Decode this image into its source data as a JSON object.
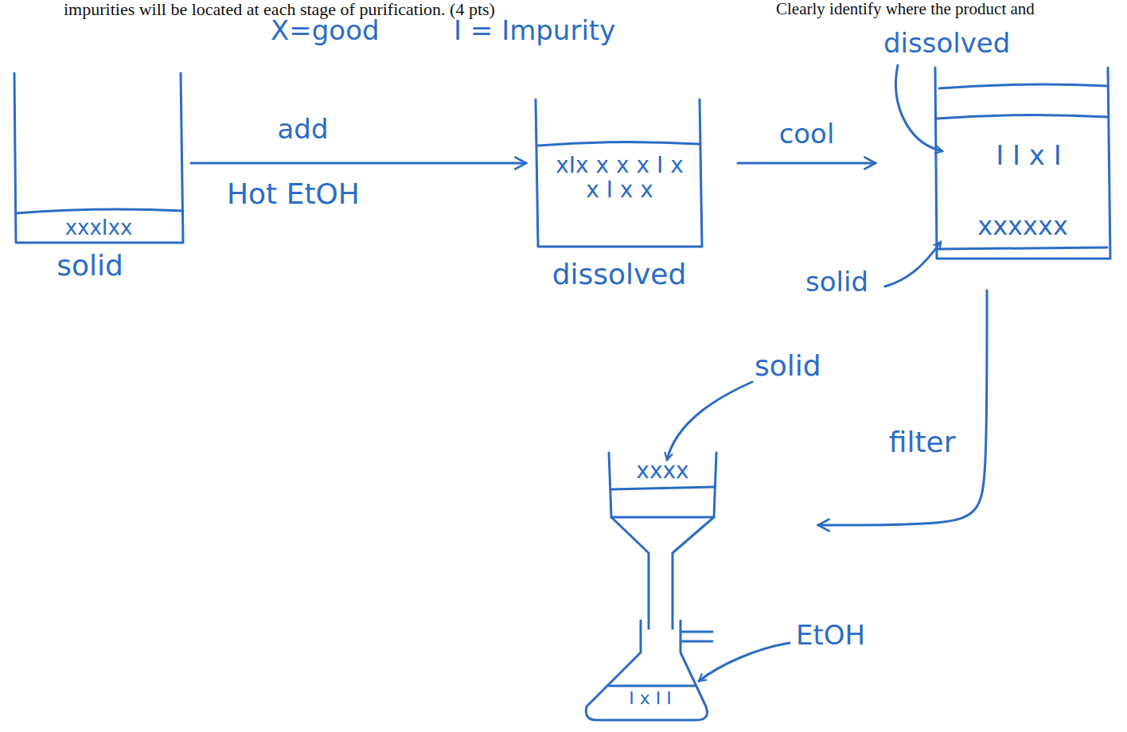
{
  "diagram": {
    "nodes": [
      {
        "text": [
          "xxxIxx",
          "solid"
        ]
      },
      {
        "text": [
          "xIx x x x I x x I x x",
          "dissolved"
        ]
      },
      {
        "text": [
          "I I x I",
          "xxxxxx"
        ]
      },
      {
        "text": [
          "xxxx"
        ]
      },
      {
        "text": [
          "I x I I"
        ]
      }
    ],
    "edges": [
      {
        "from": 0,
        "to": 1,
        "arrow": "to",
        "label": "add"
      },
      {
        "from": 1,
        "to": 2,
        "arrow": "to",
        "label": "cool"
      },
      {
        "from": 2,
        "to": 3,
        "arrow": "to",
        "label": "filter"
      }
    ],
    "labels": [
      "Clearly identify where the product and",
      "impurities will be located at each stage of purification. (4 pts)",
      "X=good",
      "I = Impurity",
      "Hot EtOH",
      "dissolved",
      "solid",
      "solid",
      "EtOH"
    ]
  }
}
